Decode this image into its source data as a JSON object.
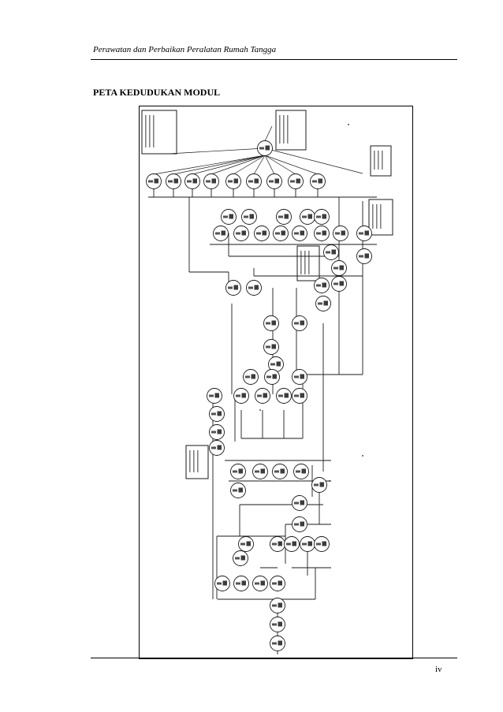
{
  "header": {
    "running_title": "Perawatan dan Perbaikan Peralatan Rumah Tangga"
  },
  "section": {
    "title": "PETA KEDUDUKAN MODUL"
  },
  "figure": {
    "description_kind": "scanned module position map",
    "colors": {
      "ink": "#1a1a1a",
      "frame": "#000000"
    }
  },
  "footer": {
    "page_number": "iv"
  }
}
